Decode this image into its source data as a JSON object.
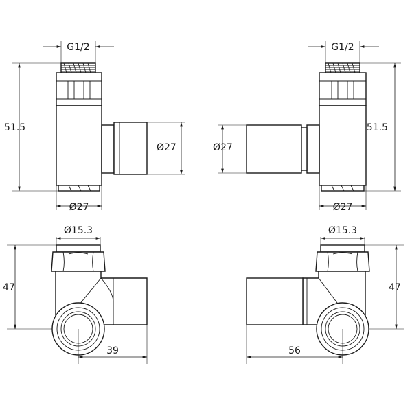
{
  "dimensions": {
    "top_left": {
      "thread": "G1/2",
      "height": "51.5",
      "outlet_diameter": "Ø27",
      "base_diameter": "Ø27"
    },
    "top_right": {
      "thread": "G1/2",
      "height": "51.5",
      "outlet_diameter": "Ø27",
      "base_diameter": "Ø27"
    },
    "bottom_left": {
      "nut_diameter": "Ø15.3",
      "height": "47",
      "length": "39"
    },
    "bottom_right": {
      "nut_diameter": "Ø15.3",
      "height": "47",
      "length": "56"
    }
  },
  "colors": {
    "line": "#1a1a1a",
    "background": "#ffffff"
  }
}
